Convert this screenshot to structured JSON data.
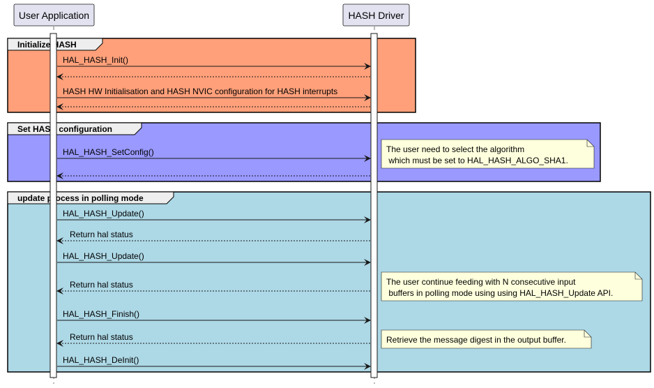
{
  "participants": {
    "user": "User Application",
    "driver": "HASH Driver"
  },
  "groups": [
    {
      "title": "Initialize HASH",
      "color": "#FFA07A"
    },
    {
      "title": "Set HASH configuration",
      "color": "#9999FF"
    },
    {
      "title": "update process in polling mode",
      "color": "#ADD8E6"
    }
  ],
  "messages": [
    {
      "label": "HAL_HASH_Init()",
      "direction": "request"
    },
    {
      "label": "",
      "direction": "response"
    },
    {
      "label": "HASH HW Initialisation and HASH NVIC configuration for HASH interrupts",
      "direction": "request"
    },
    {
      "label": "",
      "direction": "response"
    },
    {
      "label": "HAL_HASH_SetConfig()",
      "direction": "request"
    },
    {
      "label": "",
      "direction": "response"
    },
    {
      "label": "HAL_HASH_Update()",
      "direction": "request"
    },
    {
      "label": "Return hal status",
      "direction": "response"
    },
    {
      "label": "HAL_HASH_Update()",
      "direction": "request"
    },
    {
      "label": "Return hal status",
      "direction": "response"
    },
    {
      "label": "HAL_HASH_Finish()",
      "direction": "request"
    },
    {
      "label": "Return hal status",
      "direction": "response"
    },
    {
      "label": "HAL_HASH_DeInit()",
      "direction": "request"
    }
  ],
  "notes": [
    {
      "lines": [
        "The user need to select the algorithm",
        " which must be set to HAL_HASH_ALGO_SHA1."
      ]
    },
    {
      "lines": [
        "The user continue feeding with N consecutive input",
        " buffers in polling mode using using HAL_HASH_Update API."
      ]
    },
    {
      "lines": [
        "Retrieve the message digest in the output buffer."
      ]
    }
  ],
  "colors": {
    "participant_fill": "#E2E2F0",
    "participant_border": "#181818",
    "note_fill": "#FEFFDD",
    "line": "#181818"
  }
}
